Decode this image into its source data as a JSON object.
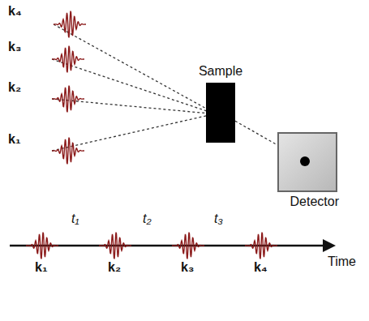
{
  "diagram": {
    "nodes": [
      {
        "text": [
          "Sample"
        ]
      },
      {
        "text": [
          "Detector"
        ]
      }
    ],
    "edges": [
      {
        "from": 0,
        "to": 1,
        "arrow": "none"
      }
    ],
    "labels": [
      "k₄",
      "k₃",
      "k₂",
      "k₁",
      "t₁",
      "t₂",
      "t₃",
      "Time",
      "k₁",
      "k₂",
      "k₃",
      "k₄"
    ]
  }
}
